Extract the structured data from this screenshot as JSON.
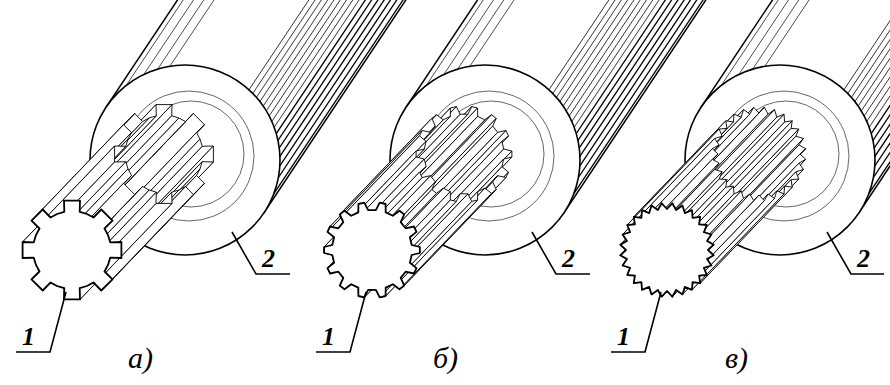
{
  "diagram": {
    "labels": [
      "1",
      "2",
      "1",
      "2",
      "1",
      "2",
      "а)",
      "б)",
      "в)"
    ]
  }
}
